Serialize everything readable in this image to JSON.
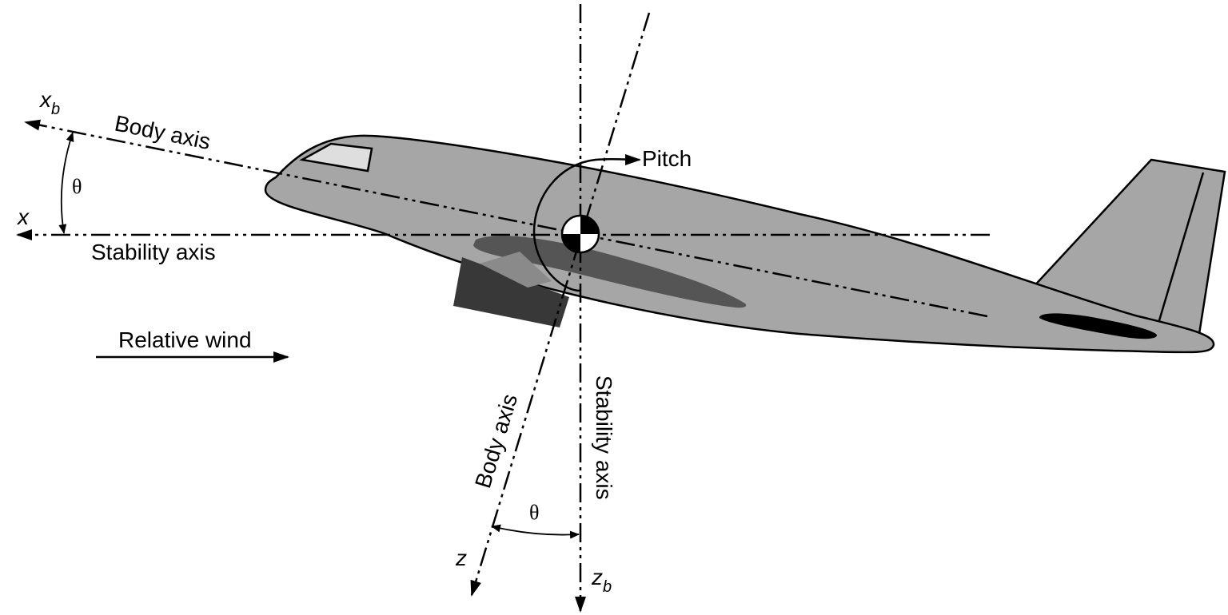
{
  "labels": {
    "xb_main": "x",
    "xb_sub": "b",
    "x": "x",
    "body_axis_top": "Body axis",
    "stability_axis_horizontal": "Stability axis",
    "theta_top": "θ",
    "pitch": "Pitch",
    "relative_wind": "Relative wind",
    "body_axis_bottom": "Body axis",
    "stability_axis_vertical": "Stability axis",
    "theta_bottom": "θ",
    "z": "z",
    "zb_main": "z",
    "zb_sub": "b"
  },
  "colors": {
    "fuselage": "#a6a6a6",
    "tail": "#a6a6a6",
    "window": "#dedede",
    "wing": "#555555",
    "engine": "#383838",
    "stabilizer": "#000000",
    "outline": "#000000"
  }
}
